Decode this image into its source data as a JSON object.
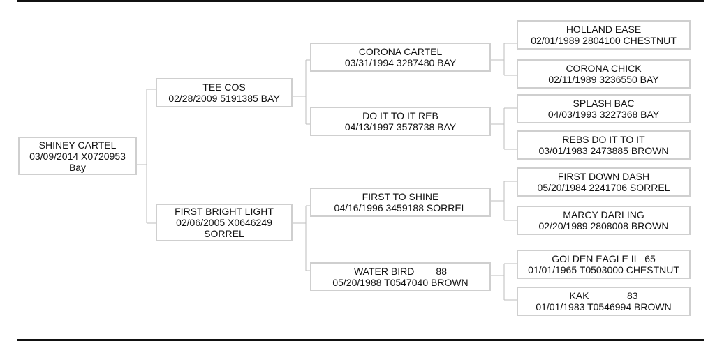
{
  "horse": {
    "name": "SHINEY CARTEL",
    "line2": "03/09/2014 X0720953",
    "line3": "Bay"
  },
  "sire": {
    "name": "TEE COS",
    "line2": "02/28/2009 5191385 BAY"
  },
  "dam": {
    "name": "FIRST BRIGHT LIGHT",
    "line2": "02/06/2005 X0646249",
    "line3": "SORREL"
  },
  "sire_sire": {
    "name": "CORONA CARTEL",
    "line2": "03/31/1994 3287480 BAY"
  },
  "sire_dam": {
    "name": "DO IT TO IT REB",
    "line2": "04/13/1997 3578738 BAY"
  },
  "dam_sire": {
    "name": "FIRST TO SHINE",
    "line2": "04/16/1996 3459188 SORREL"
  },
  "dam_dam": {
    "name": "WATER BIRD        88",
    "line2": "05/20/1988 T0547040 BROWN"
  },
  "ggp": [
    {
      "name": "HOLLAND EASE",
      "line2": "02/01/1989 2804100 CHESTNUT"
    },
    {
      "name": "CORONA CHICK",
      "line2": "02/11/1989 3236550 BAY"
    },
    {
      "name": "SPLASH BAC",
      "line2": "04/03/1993 3227368 BAY"
    },
    {
      "name": "REBS DO IT TO IT",
      "line2": "03/01/1983 2473885 BROWN"
    },
    {
      "name": "FIRST DOWN DASH",
      "line2": "05/20/1984 2241706 SORREL"
    },
    {
      "name": "MARCY DARLING",
      "line2": "02/20/1989 2808008 BROWN"
    },
    {
      "name": "GOLDEN EAGLE II   65",
      "line2": "01/01/1965 T0503000 CHESTNUT"
    },
    {
      "name": "KAK              83",
      "line2": "01/01/1983 T0546994 BROWN"
    }
  ]
}
